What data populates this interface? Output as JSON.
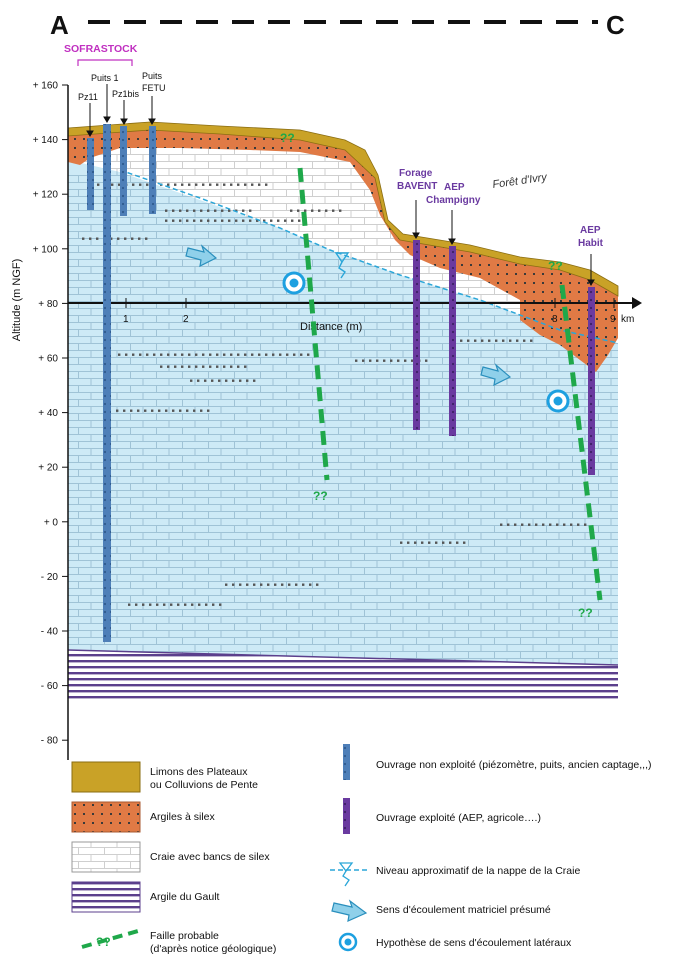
{
  "section": {
    "start": "A",
    "end": "C"
  },
  "axis": {
    "ylabel": "Altitude (m NGF)",
    "xlabel": "Distance (m)",
    "unit": "km",
    "y_ticks": [
      "+ 160",
      "+ 140",
      "+ 120",
      "+ 100",
      "+ 80",
      "+ 60",
      "+ 40",
      "+ 20",
      "+ 0",
      "- 20",
      "- 40",
      "- 60",
      "- 80"
    ],
    "x_ticks": [
      "1",
      "2",
      "8",
      "9"
    ]
  },
  "labels": {
    "sofrastock": "SOFRASTOCK",
    "foret": "Forêt d'Ivry",
    "question": "??"
  },
  "wells": {
    "pz11": "Pz11",
    "puits1": "Puits 1",
    "pz1bis": "Pz1bis",
    "puits_fetu_1": "Puits",
    "puits_fetu_2": "FETU",
    "forage_1": "Forage",
    "forage_2": "BAVENT",
    "aep_ch_1": "AEP",
    "aep_ch_2": "Champigny",
    "aep_hab_1": "AEP",
    "aep_hab_2": "Habit"
  },
  "legend": {
    "limons_1": "Limons des Plateaux",
    "limons_2": "ou Colluvions de Pente",
    "argiles": "Argiles à silex",
    "craie": "Craie avec bancs de silex",
    "gault": "Argile du Gault",
    "faille_1": "Faille probable",
    "faille_2": "(d'après notice géologique)",
    "ouvrage_non": "Ouvrage non exploité (piézomètre, puits, ancien captage,,,)",
    "ouvrage_exp": "Ouvrage exploité (AEP, agricole….)",
    "niveau": "Niveau approximatif de la nappe de la Craie",
    "sens": "Sens d'écoulement matriciel présumé",
    "hypothese": "Hypothèse de sens d'écoulement latéraux"
  },
  "colors": {
    "limons": "#c9a227",
    "argiles": "#e07a45",
    "water": "#cdeaf6",
    "brick": "#9fc3d6",
    "gault": "#5b3f8c",
    "well_blue": "#4e7fb8",
    "well_purple": "#6a3aa0",
    "fault": "#1fa84a",
    "nappe": "#2aa6d8"
  }
}
